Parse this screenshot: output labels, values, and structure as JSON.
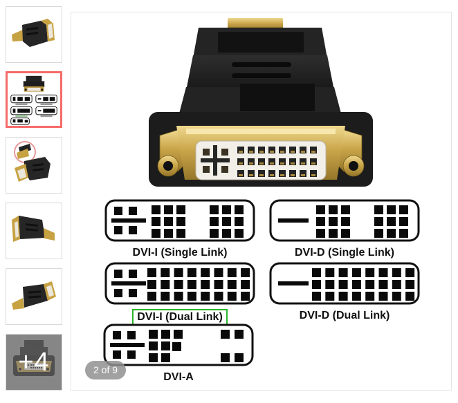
{
  "gallery": {
    "counter_badge": "2 of 9",
    "selected_index": 1,
    "more_overlay_label": "+4",
    "thumbnails": [
      {
        "name": "adapter-side-view"
      },
      {
        "name": "dvi-types-diagram"
      },
      {
        "name": "adapter-hdmi-plug-circled"
      },
      {
        "name": "adapter-angled-dvi-left"
      },
      {
        "name": "adapter-angled-dvi-right"
      },
      {
        "name": "adapter-front-view-more-photos",
        "overlay": "+4"
      }
    ]
  },
  "diagram": {
    "connectors": [
      {
        "label": "DVI-I (Single Link)",
        "analog": true,
        "pins": "single",
        "highlighted": false
      },
      {
        "label": "DVI-D (Single Link)",
        "analog": false,
        "pins": "single",
        "highlighted": false
      },
      {
        "label": "DVI-I (Dual Link)",
        "analog": true,
        "pins": "dual",
        "highlighted": true
      },
      {
        "label": "DVI-D (Dual Link)",
        "analog": false,
        "pins": "dual",
        "highlighted": false
      },
      {
        "label": "DVI-A",
        "analog": true,
        "pins": "dvi_a",
        "highlighted": false
      }
    ]
  },
  "colors": {
    "selected_thumbnail_border": "#f66a6a",
    "highlight_border": "#2bb52b",
    "badge_background": "rgba(145,145,145,0.85)",
    "badge_text": "#ffffff"
  }
}
